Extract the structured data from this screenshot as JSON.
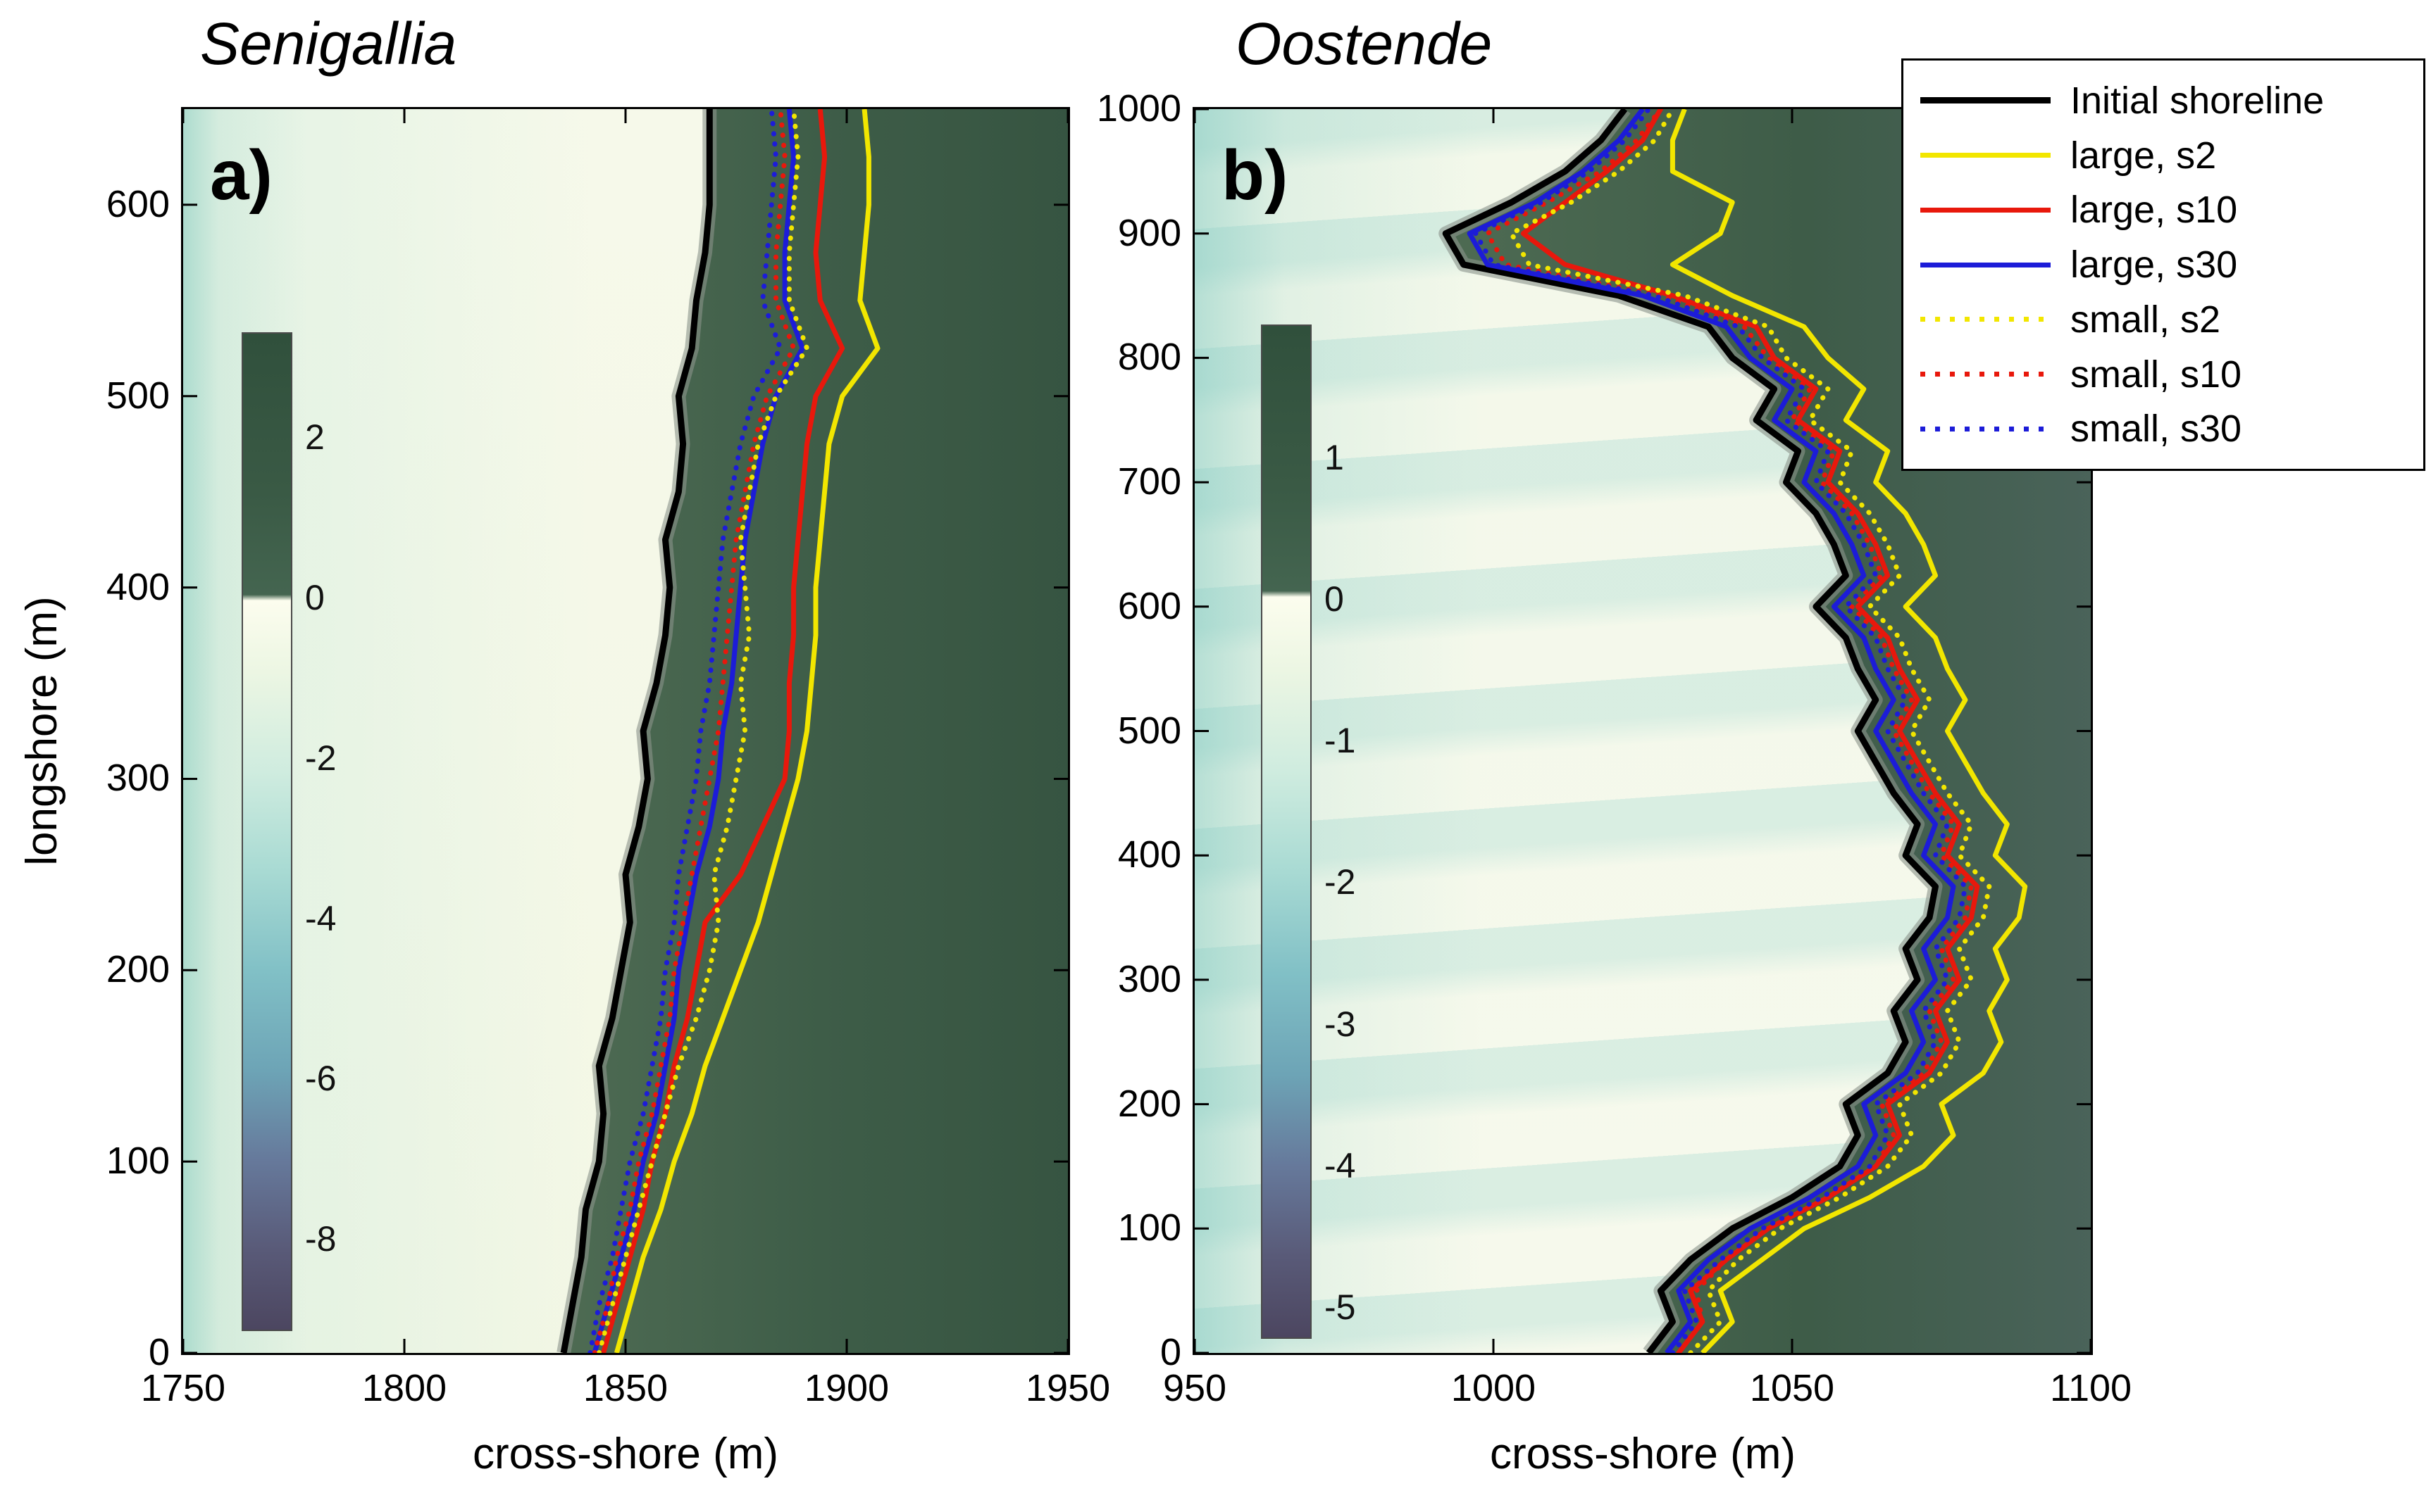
{
  "figure": {
    "background": "#ffffff",
    "legend": {
      "items": [
        {
          "label": "Initial shoreline",
          "color": "#000000",
          "style": "solid"
        },
        {
          "label": "large, s2",
          "color": "#f2e600",
          "style": "solid"
        },
        {
          "label": "large, s10",
          "color": "#e8180c",
          "style": "solid"
        },
        {
          "label": "large, s30",
          "color": "#1c1cd8",
          "style": "solid"
        },
        {
          "label": "small, s2",
          "color": "#f2e600",
          "style": "dotted"
        },
        {
          "label": "small, s10",
          "color": "#e8180c",
          "style": "dotted"
        },
        {
          "label": "small, s30",
          "color": "#1c1cd8",
          "style": "dotted"
        }
      ]
    }
  },
  "chart_data": [
    {
      "type": "line",
      "panel_label": "a)",
      "title": "Senigallia",
      "xlabel": "cross-shore (m)",
      "ylabel": "longshore (m)",
      "xlim": [
        1750,
        1950
      ],
      "ylim": [
        0,
        650
      ],
      "xticks": [
        1750,
        1800,
        1850,
        1900,
        1950
      ],
      "yticks": [
        0,
        100,
        200,
        300,
        400,
        500,
        600
      ],
      "grid": false,
      "colorbar": {
        "ticks": [
          {
            "label": "2",
            "pos": 10.4
          },
          {
            "label": "0",
            "pos": 26.5
          },
          {
            "label": "-2",
            "pos": 42.6
          },
          {
            "label": "-4",
            "pos": 58.7
          },
          {
            "label": "-6",
            "pos": 74.8
          },
          {
            "label": "-8",
            "pos": 90.9
          }
        ]
      },
      "land_gradient": [
        [
          0,
          "#4e6b53"
        ],
        [
          0.5,
          "#3e5d48"
        ],
        [
          1,
          "#365441"
        ]
      ],
      "y": [
        0,
        25,
        50,
        75,
        100,
        125,
        150,
        175,
        200,
        225,
        250,
        275,
        300,
        325,
        350,
        375,
        400,
        425,
        450,
        475,
        500,
        525,
        550,
        575,
        600,
        625,
        650
      ],
      "series": [
        {
          "name": "Initial shoreline",
          "style": "solid",
          "color": "#000000",
          "x": [
            1836,
            1838,
            1840,
            1841,
            1844,
            1845,
            1844,
            1847,
            1849,
            1851,
            1850,
            1853,
            1855,
            1854,
            1857,
            1859,
            1860,
            1859,
            1862,
            1863,
            1862,
            1865,
            1866,
            1868,
            1869,
            1869,
            1869
          ]
        },
        {
          "name": "large, s2",
          "style": "solid",
          "color": "#f2e600",
          "x": [
            1848,
            1851,
            1854,
            1858,
            1861,
            1865,
            1868,
            1872,
            1876,
            1880,
            1883,
            1886,
            1889,
            1891,
            1892,
            1893,
            1893,
            1894,
            1895,
            1896,
            1899,
            1907,
            1903,
            1904,
            1905,
            1905,
            1904
          ]
        },
        {
          "name": "large, s10",
          "style": "solid",
          "color": "#e8180c",
          "x": [
            1845,
            1848,
            1851,
            1854,
            1856,
            1859,
            1861,
            1864,
            1866,
            1868,
            1876,
            1881,
            1886,
            1887,
            1887,
            1888,
            1888,
            1889,
            1890,
            1891,
            1893,
            1899,
            1894,
            1893,
            1894,
            1895,
            1894
          ]
        },
        {
          "name": "large, s30",
          "style": "solid",
          "color": "#1c1cd8",
          "x": [
            1843,
            1846,
            1849,
            1852,
            1854,
            1857,
            1859,
            1861,
            1862,
            1864,
            1866,
            1869,
            1871,
            1872,
            1874,
            1875,
            1876,
            1877,
            1879,
            1881,
            1884,
            1890,
            1886,
            1886,
            1887,
            1888,
            1887
          ]
        },
        {
          "name": "small, s2",
          "style": "dotted",
          "color": "#f2e600",
          "x": [
            1844,
            1847,
            1850,
            1853,
            1856,
            1859,
            1862,
            1866,
            1869,
            1871,
            1870,
            1873,
            1875,
            1877,
            1876,
            1878,
            1877,
            1876,
            1878,
            1880,
            1884,
            1891,
            1887,
            1887,
            1888,
            1889,
            1888
          ]
        },
        {
          "name": "small, s10",
          "style": "dotted",
          "color": "#e8180c",
          "x": [
            1843,
            1846,
            1848,
            1851,
            1853,
            1856,
            1858,
            1860,
            1861,
            1863,
            1865,
            1867,
            1869,
            1871,
            1872,
            1873,
            1874,
            1875,
            1877,
            1879,
            1882,
            1888,
            1884,
            1884,
            1885,
            1886,
            1885
          ]
        },
        {
          "name": "small, s30",
          "style": "dotted",
          "color": "#1c1cd8",
          "x": [
            1842,
            1844,
            1847,
            1849,
            1851,
            1854,
            1856,
            1858,
            1859,
            1861,
            1862,
            1864,
            1866,
            1867,
            1869,
            1870,
            1871,
            1872,
            1874,
            1876,
            1879,
            1885,
            1881,
            1882,
            1883,
            1884,
            1883
          ]
        }
      ]
    },
    {
      "type": "line",
      "panel_label": "b)",
      "title": "Oostende",
      "xlabel": "cross-shore (m)",
      "ylabel": "",
      "xlim": [
        950,
        1100
      ],
      "ylim": [
        0,
        1000
      ],
      "xticks": [
        950,
        1000,
        1050,
        1100
      ],
      "yticks": [
        0,
        100,
        200,
        300,
        400,
        500,
        600,
        700,
        800,
        900,
        1000
      ],
      "grid": false,
      "colorbar": {
        "ticks": [
          {
            "label": "1",
            "pos": 13
          },
          {
            "label": "0",
            "pos": 27
          },
          {
            "label": "-1",
            "pos": 41
          },
          {
            "label": "-2",
            "pos": 55
          },
          {
            "label": "-3",
            "pos": 69
          },
          {
            "label": "-4",
            "pos": 83
          },
          {
            "label": "-5",
            "pos": 97
          }
        ]
      },
      "land_gradient": [
        [
          0,
          "#4e6b53"
        ],
        [
          0.55,
          "#3e5c48"
        ],
        [
          1,
          "#4a635a"
        ]
      ],
      "y": [
        0,
        25,
        50,
        75,
        100,
        125,
        150,
        175,
        200,
        225,
        250,
        275,
        300,
        325,
        350,
        375,
        400,
        425,
        450,
        475,
        500,
        525,
        550,
        575,
        600,
        625,
        650,
        675,
        700,
        725,
        750,
        775,
        800,
        825,
        850,
        875,
        900,
        925,
        950,
        975,
        1000
      ],
      "series": [
        {
          "name": "Initial shoreline",
          "style": "solid",
          "color": "#000000",
          "x": [
            1026,
            1030,
            1028,
            1033,
            1040,
            1050,
            1058,
            1061,
            1059,
            1066,
            1069,
            1067,
            1071,
            1069,
            1073,
            1074,
            1069,
            1071,
            1067,
            1064,
            1061,
            1064,
            1061,
            1059,
            1054,
            1059,
            1057,
            1054,
            1049,
            1051,
            1044,
            1047,
            1040,
            1036,
            1021,
            995,
            992,
            1003,
            1012,
            1018,
            1022
          ]
        },
        {
          "name": "large, s2",
          "style": "solid",
          "color": "#f2e600",
          "x": [
            1035,
            1040,
            1038,
            1045,
            1052,
            1063,
            1072,
            1077,
            1075,
            1082,
            1085,
            1083,
            1086,
            1084,
            1088,
            1089,
            1084,
            1086,
            1082,
            1079,
            1076,
            1079,
            1076,
            1074,
            1069,
            1074,
            1072,
            1069,
            1064,
            1066,
            1059,
            1062,
            1056,
            1052,
            1040,
            1030,
            1038,
            1040,
            1030,
            1030,
            1032
          ]
        },
        {
          "name": "large, s10",
          "style": "solid",
          "color": "#e8180c",
          "x": [
            1031,
            1035,
            1033,
            1039,
            1046,
            1056,
            1064,
            1068,
            1066,
            1073,
            1076,
            1074,
            1078,
            1076,
            1080,
            1081,
            1076,
            1078,
            1074,
            1071,
            1068,
            1071,
            1068,
            1066,
            1061,
            1066,
            1064,
            1061,
            1056,
            1058,
            1051,
            1054,
            1047,
            1044,
            1030,
            1012,
            1005,
            1012,
            1019,
            1025,
            1028
          ]
        },
        {
          "name": "large, s30",
          "style": "solid",
          "color": "#1c1cd8",
          "x": [
            1029,
            1033,
            1031,
            1036,
            1043,
            1053,
            1061,
            1064,
            1062,
            1069,
            1072,
            1070,
            1074,
            1072,
            1076,
            1077,
            1072,
            1074,
            1070,
            1067,
            1064,
            1067,
            1064,
            1062,
            1057,
            1062,
            1060,
            1057,
            1052,
            1054,
            1047,
            1050,
            1043,
            1039,
            1025,
            999,
            996,
            1007,
            1015,
            1021,
            1025
          ]
        },
        {
          "name": "small, s2",
          "style": "dotted",
          "color": "#f2e600",
          "x": [
            1033,
            1038,
            1036,
            1041,
            1048,
            1058,
            1066,
            1070,
            1068,
            1075,
            1078,
            1076,
            1080,
            1078,
            1082,
            1083,
            1078,
            1080,
            1076,
            1073,
            1070,
            1073,
            1070,
            1068,
            1063,
            1068,
            1066,
            1063,
            1058,
            1060,
            1053,
            1056,
            1049,
            1046,
            1032,
            1006,
            1003,
            1013,
            1021,
            1027,
            1030
          ]
        },
        {
          "name": "small, s10",
          "style": "dotted",
          "color": "#e8180c",
          "x": [
            1031,
            1035,
            1034,
            1039,
            1046,
            1056,
            1064,
            1067,
            1065,
            1072,
            1075,
            1073,
            1077,
            1075,
            1079,
            1080,
            1075,
            1077,
            1073,
            1070,
            1067,
            1070,
            1067,
            1065,
            1060,
            1065,
            1063,
            1060,
            1055,
            1057,
            1050,
            1053,
            1046,
            1042,
            1028,
            1002,
            999,
            1009,
            1018,
            1024,
            1028
          ]
        },
        {
          "name": "small, s30",
          "style": "dotted",
          "color": "#1c1cd8",
          "x": [
            1030,
            1034,
            1032,
            1038,
            1045,
            1055,
            1063,
            1066,
            1064,
            1071,
            1074,
            1072,
            1076,
            1074,
            1078,
            1079,
            1074,
            1076,
            1072,
            1069,
            1066,
            1069,
            1066,
            1064,
            1059,
            1064,
            1062,
            1059,
            1054,
            1056,
            1049,
            1052,
            1045,
            1041,
            1027,
            1000,
            997,
            1008,
            1016,
            1022,
            1026
          ]
        }
      ]
    }
  ]
}
